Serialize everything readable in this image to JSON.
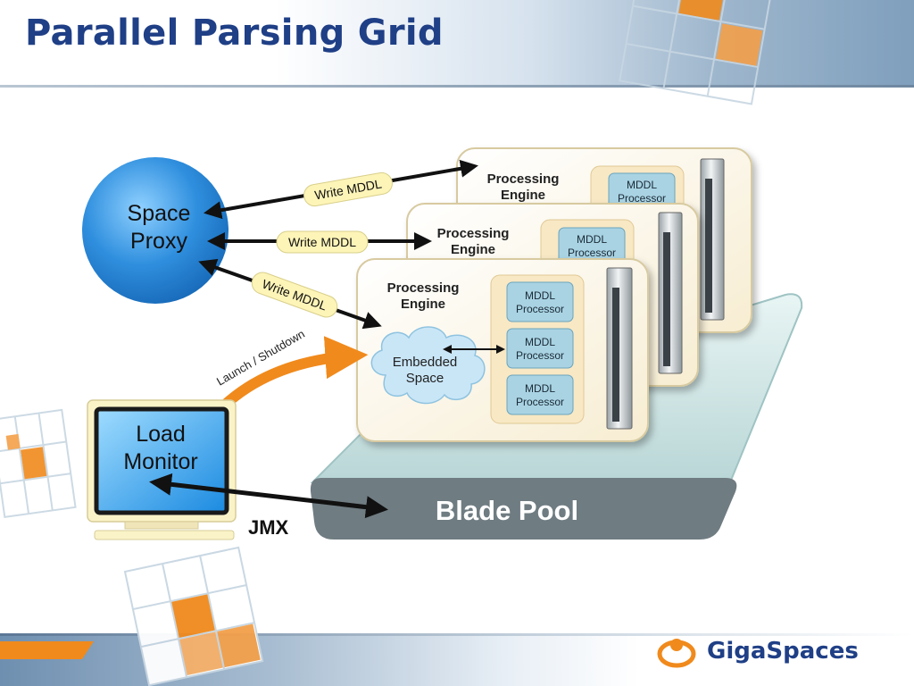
{
  "slide": {
    "title": "Parallel Parsing Grid"
  },
  "space_proxy": {
    "line1": "Space",
    "line2": "Proxy"
  },
  "processing_engines": [
    {
      "title_line1": "Processing",
      "title_line2": "Engine",
      "processors": [
        {
          "line1": "MDDL",
          "line2": "Processor"
        }
      ]
    },
    {
      "title_line1": "Processing",
      "title_line2": "Engine",
      "processors": [
        {
          "line1": "MDDL",
          "line2": "Processor"
        }
      ]
    },
    {
      "title_line1": "Processing",
      "title_line2": "Engine",
      "embedded_space": {
        "line1": "Embedded",
        "line2": "Space"
      },
      "processors": [
        {
          "line1": "MDDL",
          "line2": "Processor"
        },
        {
          "line1": "MDDL",
          "line2": "Processor"
        },
        {
          "line1": "MDDL",
          "line2": "Processor"
        }
      ]
    }
  ],
  "write_labels": [
    "Write MDDL",
    "Write MDDL",
    "Write MDDL"
  ],
  "launch_label": "Launch / Shutdown",
  "load_monitor": {
    "line1": "Load",
    "line2": "Monitor"
  },
  "blade_pool_label": "Blade Pool",
  "jmx_label": "JMX",
  "logo_text": "GigaSpaces",
  "colors": {
    "title": "#1f3f86",
    "accent_orange": "#f08a1c",
    "sphere_blue": "#2f8fde",
    "mddl_fill": "#a9d3e3",
    "engine_fill": "#fdf7e6",
    "label_fill": "#fdf4b8",
    "blade_pool_gray": "#6f7c82",
    "platform_fill": "#d8ecec"
  }
}
